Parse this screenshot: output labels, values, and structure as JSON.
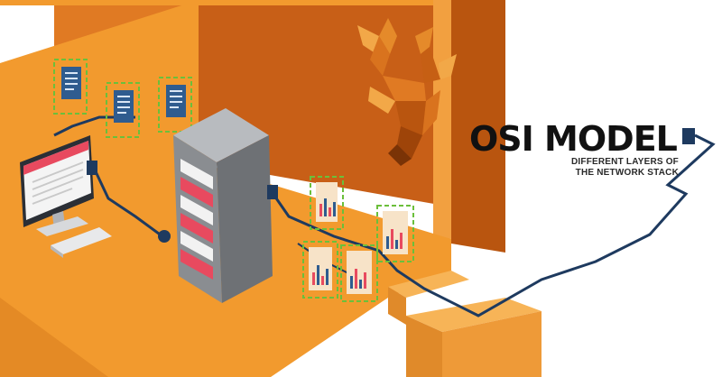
{
  "header": {
    "title": "OSI MODEL",
    "subtitle_line1": "DIFFERENT LAYERS OF",
    "subtitle_line2": "THE NETWORK STACK"
  },
  "colors": {
    "floor_orange": "#F29A2E",
    "wall_dark_orange": "#C85F17",
    "wall_mid_orange": "#E07A23",
    "cable_navy": "#1E3A5F",
    "accent_red": "#E84A5F",
    "accent_green": "#6BBF3B",
    "document_blue": "#2F5C8F",
    "server_gray": "#8A8D91"
  },
  "icons": [
    "stag-head-icon",
    "server-rack-icon",
    "desktop-computer-icon",
    "keyboard-icon",
    "network-jack-icon",
    "document-icon",
    "data-sheet-icon"
  ]
}
